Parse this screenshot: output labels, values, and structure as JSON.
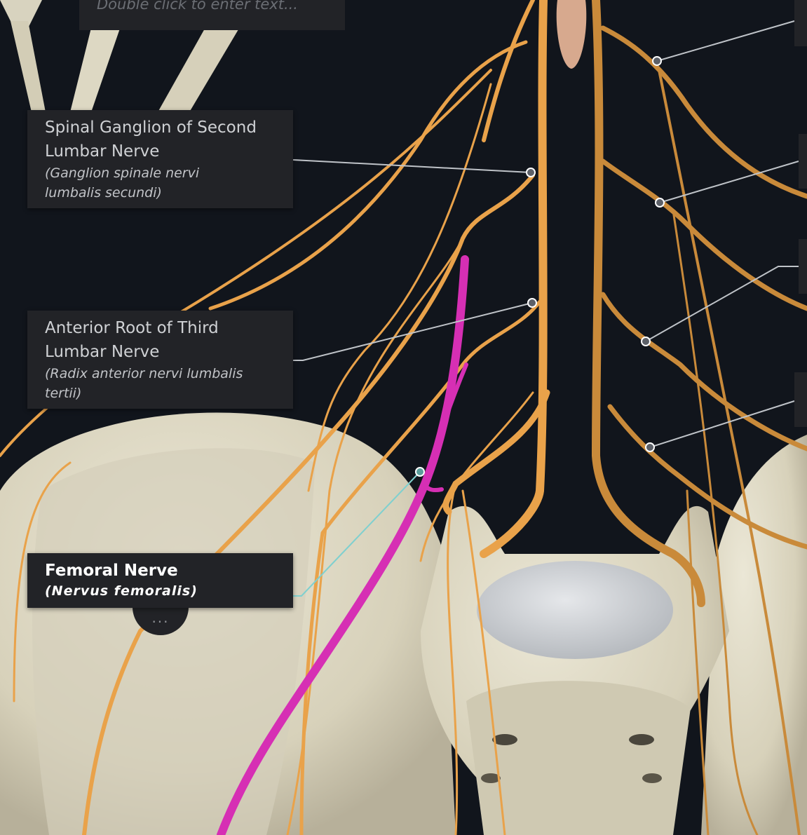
{
  "text_note": {
    "placeholder": "Double click to enter text..."
  },
  "labels": {
    "ganglion": {
      "name_line1": "Spinal Ganglion of Second",
      "name_line2": "Lumbar Nerve",
      "latin_line1": "(Ganglion spinale nervi",
      "latin_line2": "lumbalis secundi)"
    },
    "anterior_root": {
      "name_line1": "Anterior Root of Third",
      "name_line2": "Lumbar Nerve",
      "latin_line1": "(Radix anterior nervi lumbalis",
      "latin_line2": "tertii)"
    },
    "femoral": {
      "name": "Femoral Nerve",
      "latin": "(Nervus femoralis)"
    }
  },
  "more_button": {
    "label": "..."
  },
  "colors": {
    "background": "#11151c",
    "nerve": "#e9a24a",
    "highlight_nerve": "#d62fb4",
    "bone": "#ddd8c3",
    "label_bg": "#222327",
    "leader_line": "#bfc3c8",
    "selected_leader_line": "#7fd0cf"
  },
  "icons": {
    "more": "ellipsis-icon",
    "pin": "pin-icon"
  }
}
